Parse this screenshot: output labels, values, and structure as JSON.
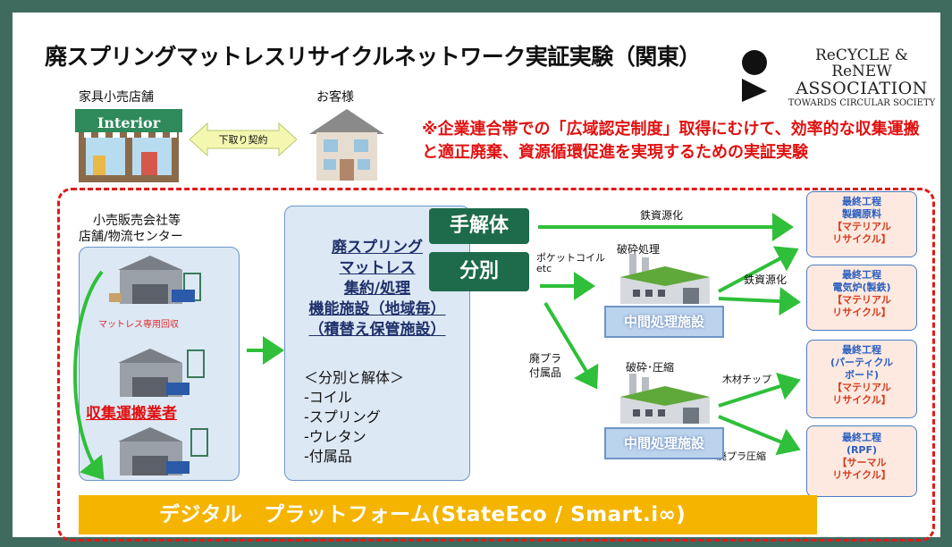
{
  "title": "廃スプリングマットレスリサイクルネットワーク実証実験（関東）",
  "logo": {
    "line1": "ReCYCLE & ReNEW",
    "line2": "ASSOCIATION",
    "line3": "TOWARDS CIRCULAR SOCIETY"
  },
  "top": {
    "store_label": "家具小売店舗",
    "store_sign": "Interior",
    "contract_label": "下取り契約",
    "customer_label": "お客様"
  },
  "notice": "※企業連合帯での「広域認定制度」取得にむけて、効率的な収集運搬と適正廃棄、資源循環促進を実現するための実証実験",
  "left_panel": {
    "header_line1": "小売販売会社等",
    "header_line2": "店舗/物流センター",
    "mattress_label": "マットレス専用回収",
    "collector_label": "収集運搬業者"
  },
  "center_panel": {
    "line1": "廃スプリング",
    "line2": "マットレス",
    "line3": "集約/処理",
    "line4": "機能施設（地域毎）",
    "line5": "（積替え保管施設）",
    "list_title": "＜分別と解体＞",
    "list": [
      "-コイル",
      "-スプリング",
      "-ウレタン",
      "-付属品"
    ]
  },
  "process": {
    "manual": "手解体",
    "sort": "分別",
    "iron1": "鉄資源化",
    "pocket_coil": "ポケットコイル",
    "etc": "etc",
    "crush": "破砕処理",
    "iron2": "鉄資源化",
    "plastic1": "廃プラ",
    "plastic2": "付属品",
    "crush_compress": "破砕･圧縮",
    "wood_chip": "木材チップ",
    "plastic_compress": "廃プラ圧縮",
    "facility": "中間処理施設"
  },
  "final": [
    {
      "l1": "最終工程",
      "l2": "製鋼原料",
      "l3": "【マテリアル",
      "l4": "リサイクル】"
    },
    {
      "l1": "最終工程",
      "l2": "電気炉(製鉄)",
      "l3": "【マテリアル",
      "l4": "リサイクル】"
    },
    {
      "l1": "最終工程",
      "l2": "(パーティクル",
      "l2b": "ボード)",
      "l3": "【マテリアル",
      "l4": "リサイクル】"
    },
    {
      "l1": "最終工程",
      "l2": "(RPF)",
      "l3": "【サーマル",
      "l4": "リサイクル】"
    }
  ],
  "platform": "デジタル　プラットフォーム(StateEco / Smart.i∞)",
  "colors": {
    "green": "#1d6b4a",
    "arrow": "#2fbf3a",
    "red": "#e01010",
    "platform": "#f5b400"
  }
}
